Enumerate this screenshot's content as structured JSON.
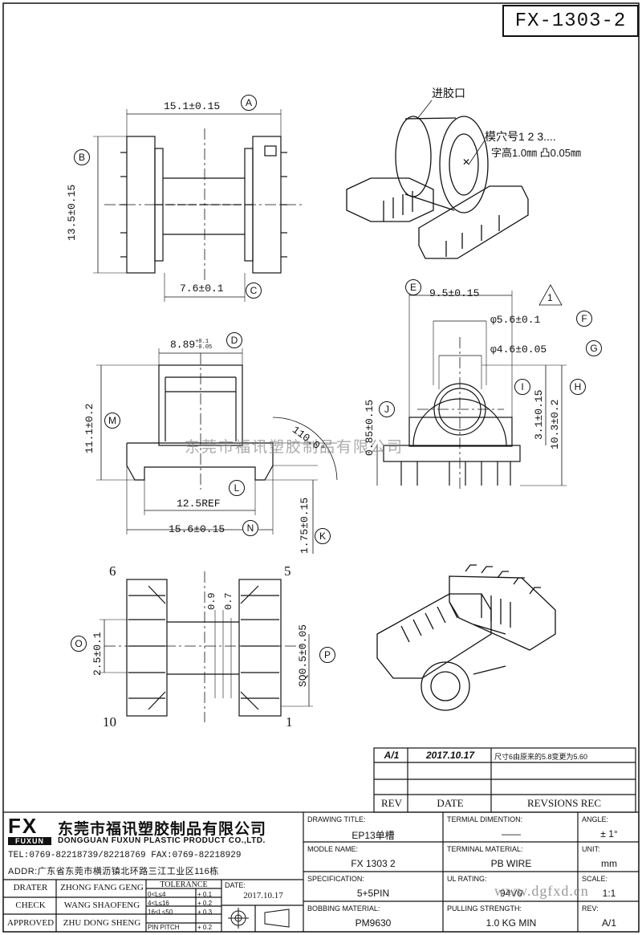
{
  "header": {
    "part_number": "FX-1303-2"
  },
  "annotations": {
    "gate": "进胶口",
    "cavity_no": "模穴号1 2 3....",
    "char_height": "字高1.0㎜ 凸0.05㎜",
    "rev_marker": "1"
  },
  "dims": {
    "A": "A",
    "B": "B",
    "C": "C",
    "D": "D",
    "E": "E",
    "F": "F",
    "G": "G",
    "H": "H",
    "I": "I",
    "J": "J",
    "K": "K",
    "L": "L",
    "M": "M",
    "N": "N",
    "O": "O",
    "P": "P",
    "a_val": "15.1±0.15",
    "b_val": "13.5±0.15",
    "c_val": "7.6±0.1",
    "d_val": "8.89",
    "d_tol_up": "+0.1",
    "d_tol_dn": "-0.05",
    "m_val": "11.1±0.2",
    "angle": "110.0°",
    "l_val": "12.5REF",
    "n_val": "15.6±0.15",
    "k_val": "1.75±0.15",
    "e_val": "9.5±0.15",
    "f_val": "φ5.6±0.1",
    "g_val": "φ4.6±0.05",
    "i_val": "3.1±0.15",
    "h_val": "10.3±0.2",
    "j_val": "0.85±0.15",
    "o_val": "2.5±0.1",
    "p_val": "SQ0.5±0.05",
    "dim_09": "0.9",
    "dim_07": "0.7",
    "pin6": "6",
    "pin5": "5",
    "pin10": "10",
    "pin1": "1"
  },
  "revision": {
    "rows": [
      {
        "rev": "A/1",
        "date": "2017.10.17",
        "desc": "尺寸6由原来的5.8变更为5.60"
      },
      {
        "rev": "",
        "date": "",
        "desc": ""
      },
      {
        "rev": "",
        "date": "",
        "desc": ""
      }
    ],
    "headers": {
      "rev": "REV",
      "date": "DATE",
      "desc": "REVSIONS REC"
    }
  },
  "company": {
    "logo": "FX",
    "logo_sub": "FUXUN",
    "name_cn": "东莞市福讯塑胶制品有限公司",
    "name_en": "DONGGUAN FUXUN PLASTIC PRODUCT CO.,LTD.",
    "tel": "TEL:0769-82218739/82218769 FAX:0769-82218929",
    "addr": "ADDR:广东省东莞市横沥镇北环路三江工业区116栋"
  },
  "title_block": {
    "drawing_title_lbl": "DRAWING TITLE:",
    "drawing_title": "EP13单槽",
    "terminal_dim_lbl": "TERMIAL DIMENTION:",
    "terminal_dim": "——",
    "angle_lbl": "ANGLE:",
    "angle": "± 1°",
    "model_lbl": "MODLE NAME:",
    "model": "FX 1303 2",
    "terminal_mat_lbl": "TERMINAL MATERIAL:",
    "terminal_mat": "PB WIRE",
    "unit_lbl": "UNIT:",
    "unit": "mm",
    "spec_lbl": "SPECIFICATION:",
    "spec": "5+5PIN",
    "ul_lbl": "UL RATING:",
    "ul": "94V0",
    "scale_lbl": "SCALE:",
    "scale": "1:1",
    "bobbin_lbl": "BOBBING MATERIAL:",
    "bobbin": "PM9630",
    "pull_lbl": "PULLING STRENGTH:",
    "pull": "1.0 KG MIN",
    "rev_lbl": "REV:",
    "rev": "A/1"
  },
  "signoff": {
    "rows": [
      {
        "role": "DRATER",
        "name": "ZHONG FANG GENG"
      },
      {
        "role": "CHECK",
        "name": "WANG SHAOFENG"
      },
      {
        "role": "APPROVED",
        "name": "ZHU DONG SHENG"
      }
    ],
    "tolerance_lbl": "TOLERANCE",
    "tol": [
      "0<L≤4",
      "+ 0.1",
      "4<L≤16",
      "+ 0.2",
      "16<L≤50",
      "+ 0.3",
      "PIN PITCH",
      "+ 0.2"
    ],
    "date_lbl": "DATE:",
    "date": "2017.10.17"
  },
  "watermark": "东莞市福讯塑胶制品有限公司",
  "site": "www.dgfxd.cn"
}
